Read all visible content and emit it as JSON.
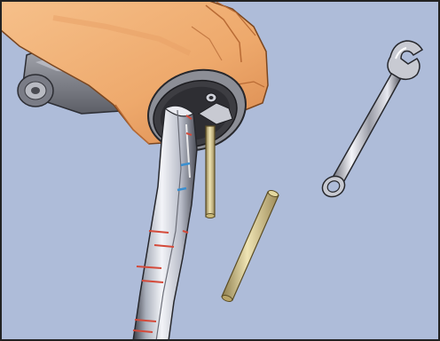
{
  "illustration": {
    "elements": [
      "hand",
      "spindle-socket",
      "grey-body",
      "hose-bundle",
      "long-pin",
      "short-pin",
      "wrench"
    ],
    "colors": {
      "background": "#aebcd9",
      "frame": "#222222",
      "skin": "#f2b37a",
      "skin_shadow": "#d9894e",
      "metal_dark": "#3d3d42",
      "metal_grey": "#8c8e96",
      "chrome": "#e6e8ef",
      "brass": "#d8c890",
      "hose_marking_red": "#d44a3a",
      "hose_marking_blue": "#3a8fd0"
    }
  }
}
